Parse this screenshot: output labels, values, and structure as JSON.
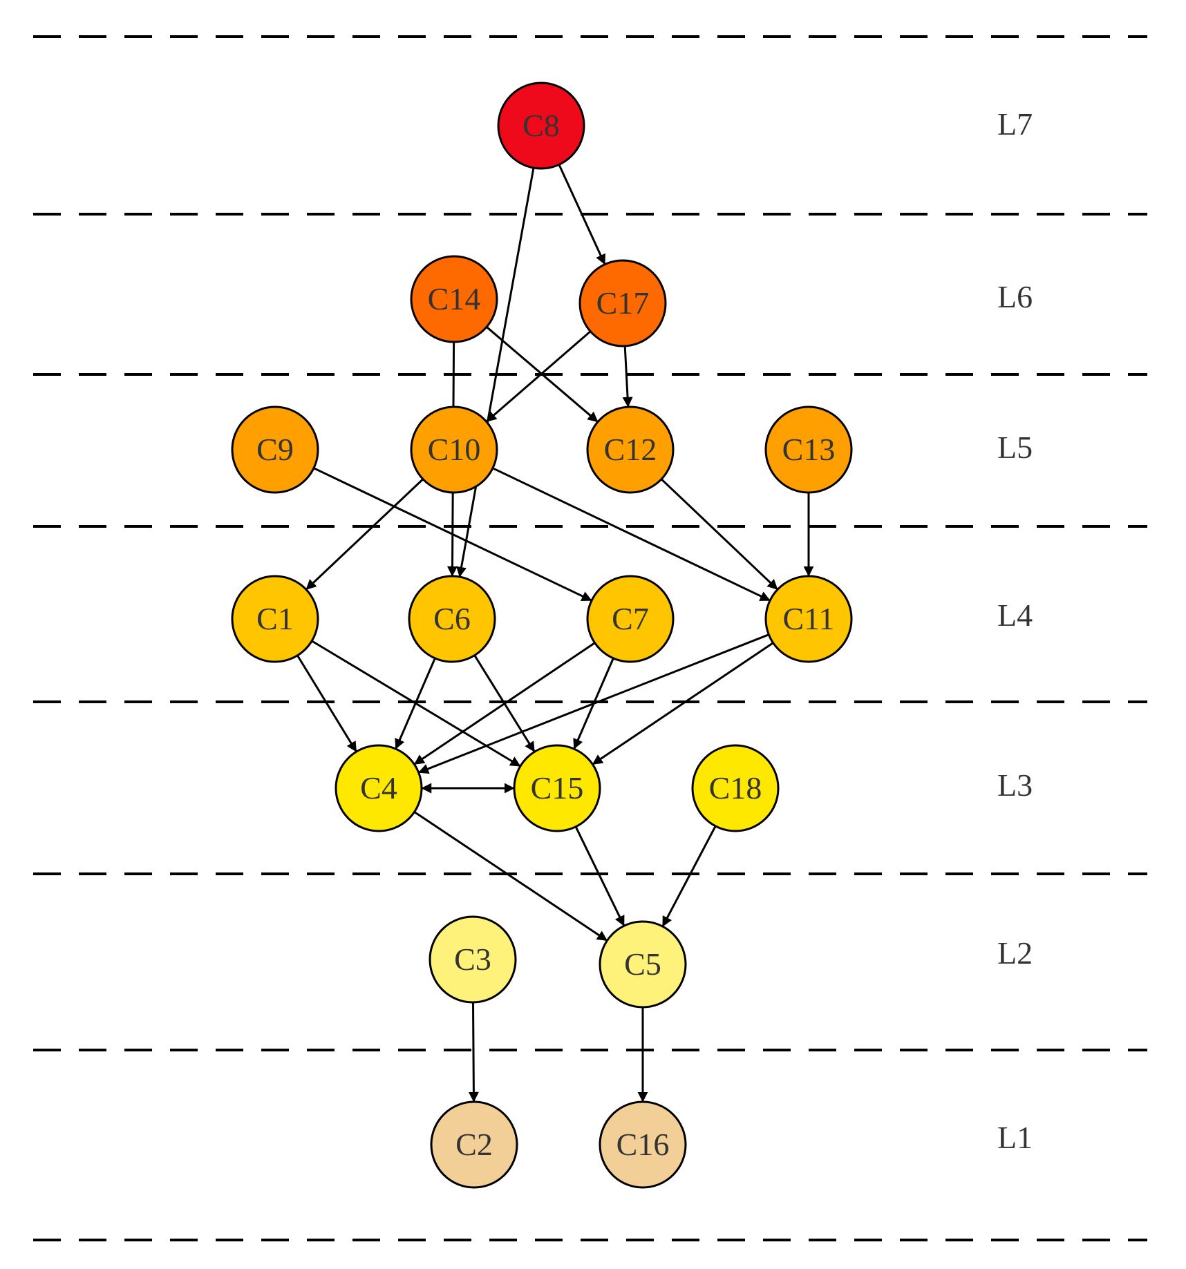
{
  "levels": [
    {
      "id": "L7",
      "label": "L7"
    },
    {
      "id": "L6",
      "label": "L6"
    },
    {
      "id": "L5",
      "label": "L5"
    },
    {
      "id": "L4",
      "label": "L4"
    },
    {
      "id": "L3",
      "label": "L3"
    },
    {
      "id": "L2",
      "label": "L2"
    },
    {
      "id": "L1",
      "label": "L1"
    }
  ],
  "nodes": [
    {
      "id": "C8",
      "label": "C8",
      "level": "L7",
      "color": "#ee0a1a"
    },
    {
      "id": "C14",
      "label": "C14",
      "level": "L6",
      "color": "#ff6a00"
    },
    {
      "id": "C17",
      "label": "C17",
      "level": "L6",
      "color": "#ff6a00"
    },
    {
      "id": "C9",
      "label": "C9",
      "level": "L5",
      "color": "#ffa000"
    },
    {
      "id": "C10",
      "label": "C10",
      "level": "L5",
      "color": "#ffa000"
    },
    {
      "id": "C12",
      "label": "C12",
      "level": "L5",
      "color": "#ffa000"
    },
    {
      "id": "C13",
      "label": "C13",
      "level": "L5",
      "color": "#ffa000"
    },
    {
      "id": "C1",
      "label": "C1",
      "level": "L4",
      "color": "#ffc600"
    },
    {
      "id": "C6",
      "label": "C6",
      "level": "L4",
      "color": "#ffc600"
    },
    {
      "id": "C7",
      "label": "C7",
      "level": "L4",
      "color": "#ffc600"
    },
    {
      "id": "C11",
      "label": "C11",
      "level": "L4",
      "color": "#ffc600"
    },
    {
      "id": "C4",
      "label": "C4",
      "level": "L3",
      "color": "#ffe800"
    },
    {
      "id": "C15",
      "label": "C15",
      "level": "L3",
      "color": "#ffe800"
    },
    {
      "id": "C18",
      "label": "C18",
      "level": "L3",
      "color": "#ffe800"
    },
    {
      "id": "C3",
      "label": "C3",
      "level": "L2",
      "color": "#fff27a"
    },
    {
      "id": "C5",
      "label": "C5",
      "level": "L2",
      "color": "#fff27a"
    },
    {
      "id": "C2",
      "label": "C2",
      "level": "L1",
      "color": "#f3cf98"
    },
    {
      "id": "C16",
      "label": "C16",
      "level": "L1",
      "color": "#f3cf98"
    }
  ],
  "edges": [
    {
      "from": "C8",
      "to": "C17"
    },
    {
      "from": "C8",
      "to": "C6"
    },
    {
      "from": "C14",
      "to": "C12"
    },
    {
      "from": "C14",
      "to": "C6"
    },
    {
      "from": "C17",
      "to": "C10"
    },
    {
      "from": "C17",
      "to": "C12"
    },
    {
      "from": "C9",
      "to": "C7"
    },
    {
      "from": "C10",
      "to": "C1"
    },
    {
      "from": "C10",
      "to": "C11"
    },
    {
      "from": "C12",
      "to": "C11"
    },
    {
      "from": "C13",
      "to": "C11"
    },
    {
      "from": "C1",
      "to": "C4"
    },
    {
      "from": "C1",
      "to": "C15"
    },
    {
      "from": "C6",
      "to": "C4"
    },
    {
      "from": "C6",
      "to": "C15"
    },
    {
      "from": "C7",
      "to": "C4"
    },
    {
      "from": "C7",
      "to": "C15"
    },
    {
      "from": "C11",
      "to": "C4"
    },
    {
      "from": "C11",
      "to": "C15"
    },
    {
      "from": "C4",
      "to": "C15",
      "bidirectional": true
    },
    {
      "from": "C4",
      "to": "C5"
    },
    {
      "from": "C15",
      "to": "C5"
    },
    {
      "from": "C18",
      "to": "C5"
    },
    {
      "from": "C3",
      "to": "C2"
    },
    {
      "from": "C5",
      "to": "C16"
    }
  ]
}
